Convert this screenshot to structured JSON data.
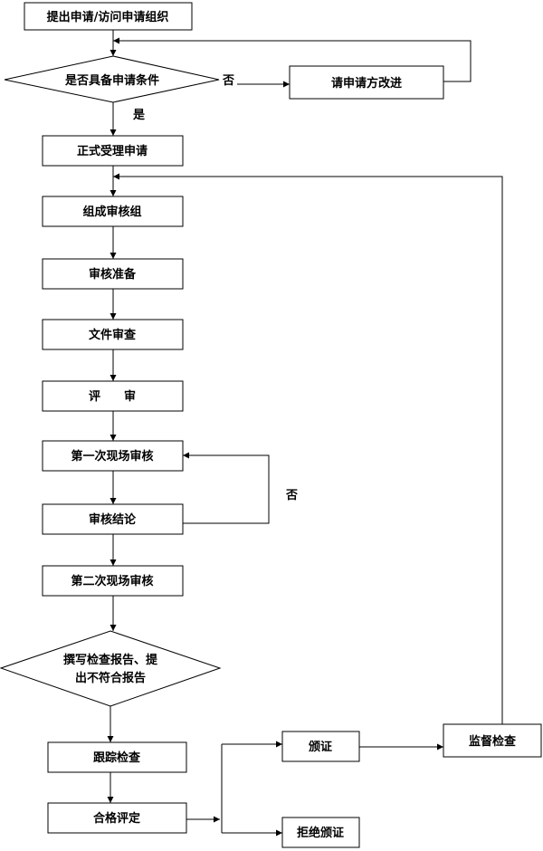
{
  "nodes": {
    "start": "提出申请/访问申请组织",
    "check_conditions": [
      "是否具备申请条件"
    ],
    "improve": "请申请方改进",
    "formal_accept": "正式受理申请",
    "form_team": "组成审核组",
    "prep": "审核准备",
    "doc_review": "文件审查",
    "evaluate": "评　　审",
    "first_audit": "第一次现场审核",
    "conclusion": "审核结论",
    "second_audit": "第二次现场审核",
    "write_report": [
      "撰写检查报告、提",
      "出不符合报告"
    ],
    "track": "跟踪检查",
    "qualify": "合格评定",
    "certify": "颁证",
    "reject": "拒绝颁证",
    "supervise": "监督检查"
  },
  "edge_labels": {
    "no_conditions": "否",
    "yes_conditions": "是",
    "no_conclusion": "否"
  }
}
